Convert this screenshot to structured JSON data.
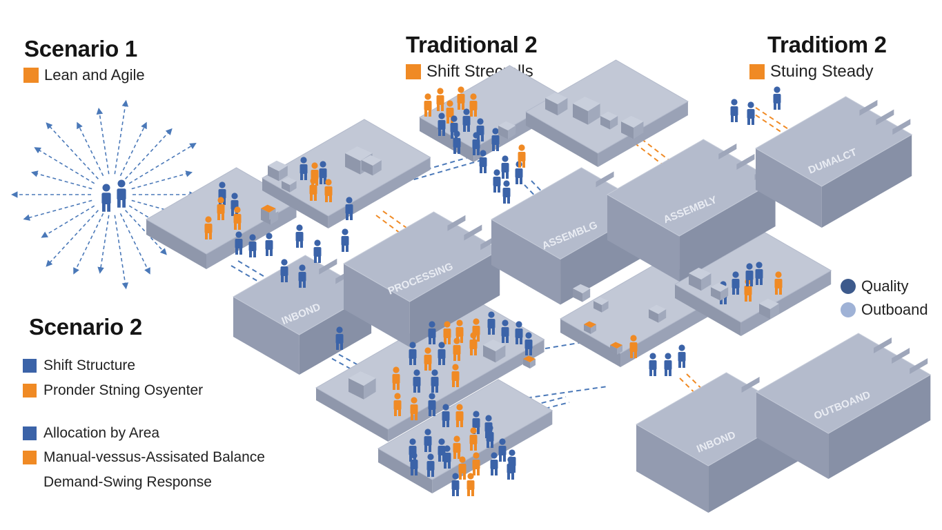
{
  "scenario1": {
    "title": "Scenario 1",
    "legend": "Lean and Agile"
  },
  "traditional2": {
    "title": "Traditional 2",
    "legend": "Shift Strecralls"
  },
  "tradition2": {
    "title": "Traditiom 2",
    "legend": "Stuing Steady"
  },
  "scenario2": {
    "title": "Scenario 2",
    "items": [
      {
        "label": "Shift Structure",
        "color": "blue"
      },
      {
        "label": "Pronder Stning Osyenter",
        "color": "orange"
      },
      {
        "label": "Allocation by Area",
        "color": "blue"
      },
      {
        "label": "Manual-vessus-Assisated Balance",
        "color": "orange"
      },
      {
        "label": "Demand-Swing Response",
        "color": "none"
      }
    ]
  },
  "status_legend": [
    {
      "label": "Quality",
      "color": "#3d5a8c"
    },
    {
      "label": "Outboand",
      "color": "#9fb2d6"
    }
  ],
  "blocks": {
    "inbond_left": "INBOND",
    "processing": "PROCESSING",
    "assemblg": "ASSEMBLG",
    "assembly": "ASSEMBLY",
    "dumalct": "DUMALCT",
    "inbond_right": "INBOND",
    "outboand": "OUTBOAND"
  },
  "colors": {
    "blue": "#3b63a8",
    "orange": "#f08a24",
    "block": "#a9b0c2",
    "block_top": "#c2c8d6",
    "block_side": "#8f97ab"
  }
}
